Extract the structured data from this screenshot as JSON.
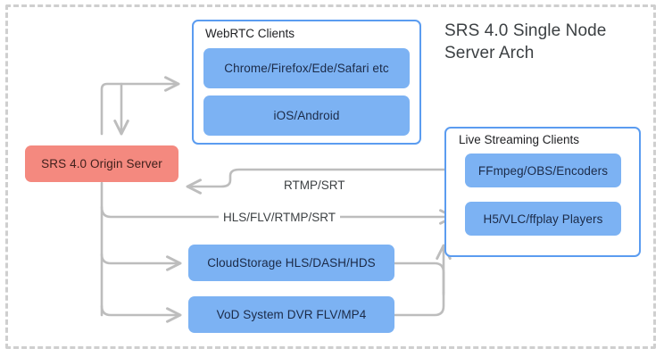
{
  "diagram": {
    "title_line1": "SRS 4.0 Single Node",
    "title_line2": "Server Arch",
    "colors": {
      "node_blue": "#7cb2f3",
      "node_red": "#f4897f",
      "panel_border": "#5b9cf0",
      "connector": "#bdbdbd",
      "outer_frame": "#cfcfcf",
      "title_text": "#3c4043"
    }
  },
  "groups": [
    {
      "id": "webrtc-clients",
      "title": "WebRTC Clients",
      "nodes": [
        {
          "id": "browsers",
          "label": "Chrome/Firefox/Ede/Safari etc"
        },
        {
          "id": "mobile",
          "label": "iOS/Android"
        }
      ]
    },
    {
      "id": "live-streaming-clients",
      "title": "Live Streaming Clients",
      "nodes": [
        {
          "id": "encoders",
          "label": "FFmpeg/OBS/Encoders"
        },
        {
          "id": "players",
          "label": "H5/VLC/ffplay Players"
        }
      ]
    }
  ],
  "nodes": {
    "origin_server": "SRS 4.0 Origin Server",
    "cloud_storage": "CloudStorage HLS/DASH/HDS",
    "vod_system": "VoD System DVR FLV/MP4"
  },
  "edge_labels": {
    "rtmp_srt": "RTMP/SRT",
    "hls_flv_rtmp_srt": "HLS/FLV/RTMP/SRT"
  }
}
